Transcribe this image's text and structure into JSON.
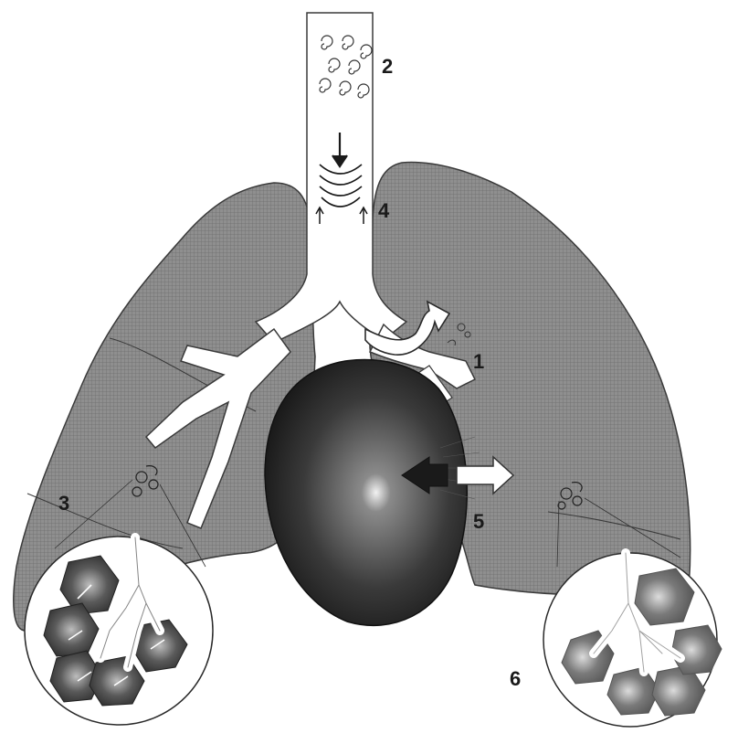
{
  "labels": {
    "one": "1",
    "two": "2",
    "three": "3",
    "four": "4",
    "five": "5",
    "six": "6"
  },
  "colors": {
    "lung_fill": "#8c8c8c",
    "lung_stroke": "#3a3a3a",
    "heart_dark": "#1e1e1e",
    "airway": "#ffffff",
    "alveolus": "#4a4a4a"
  },
  "icons": [
    "down-arrow-icon",
    "up-arrow-icon",
    "curved-arrow-icon",
    "double-arrow-icon",
    "swirl-icon"
  ]
}
